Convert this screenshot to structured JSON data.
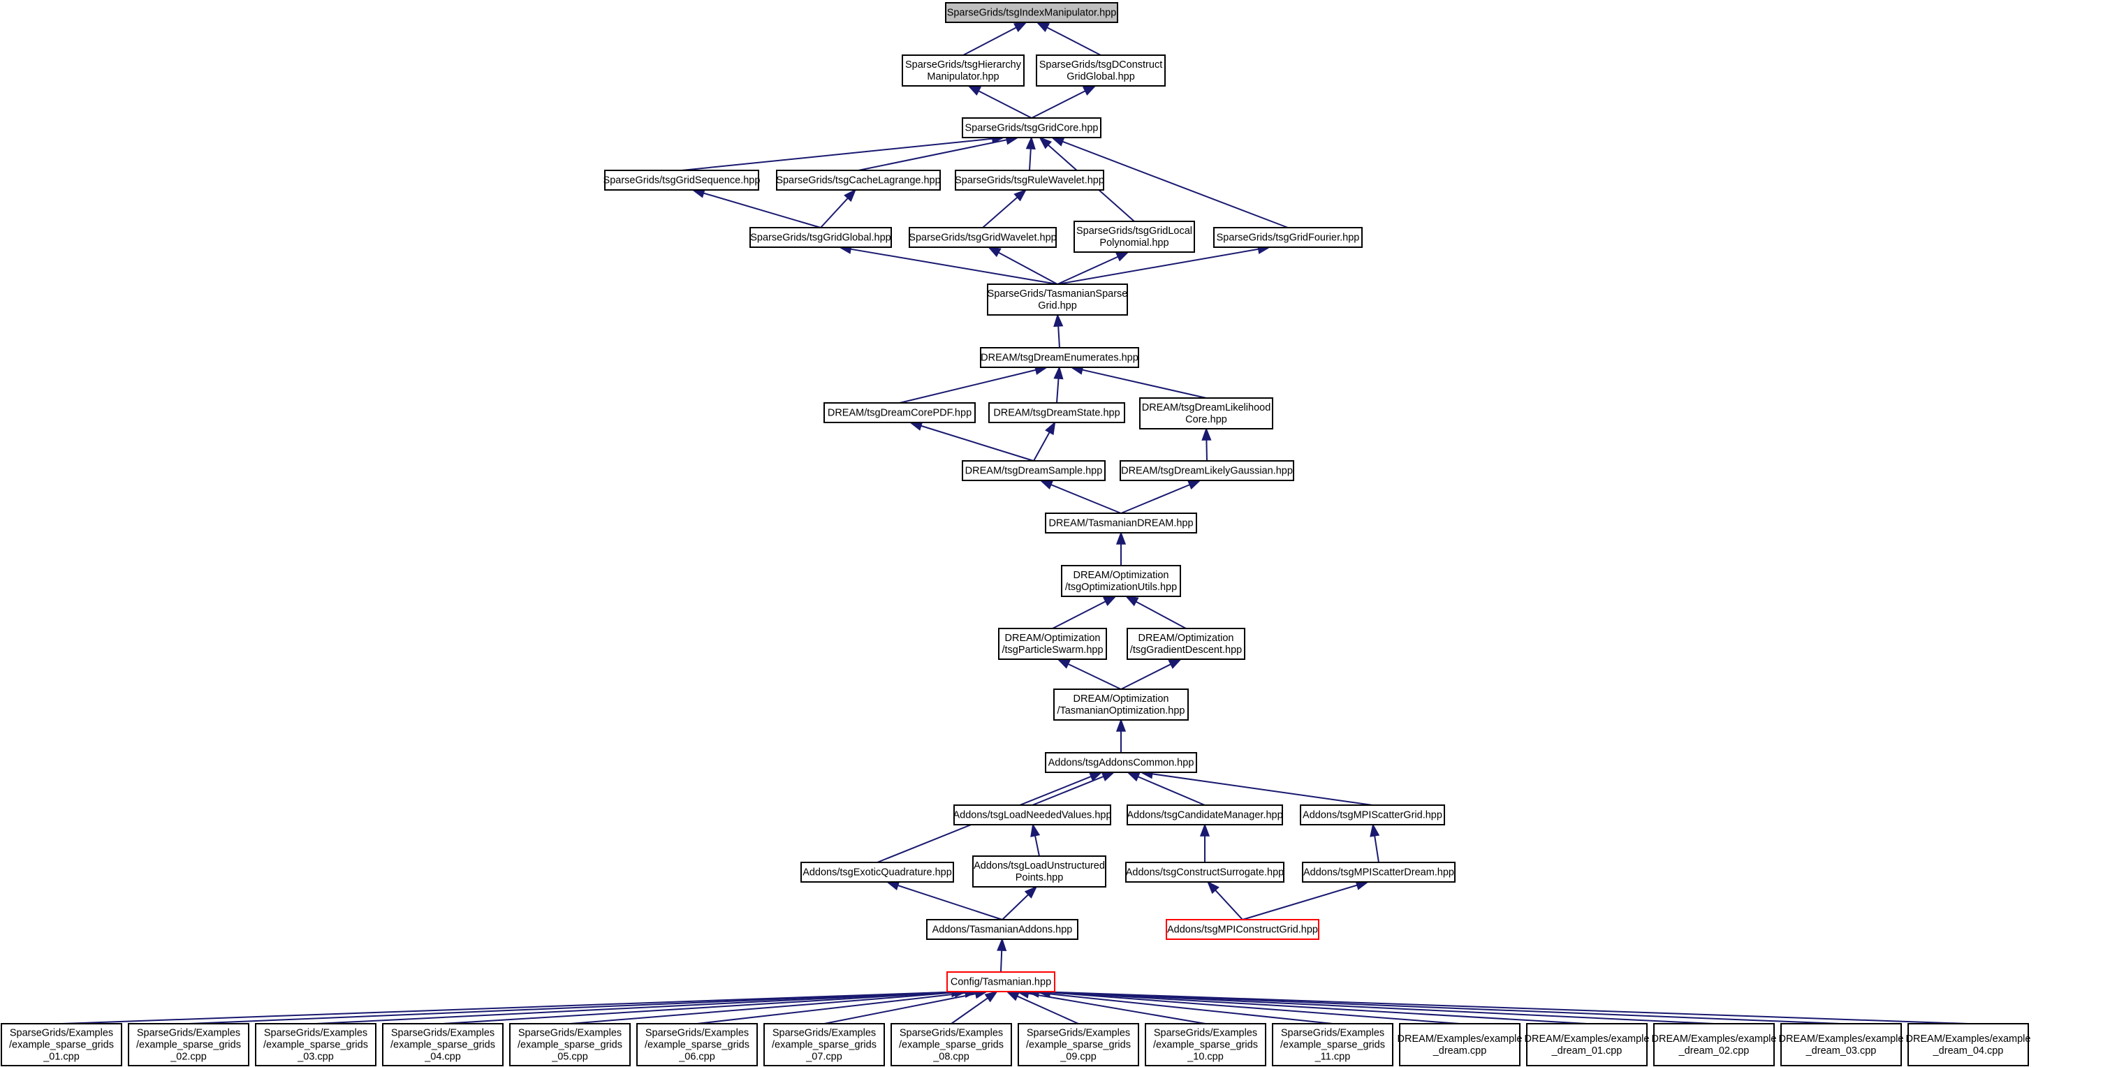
{
  "graph": {
    "title": "",
    "colors": {
      "edge": "#191970",
      "node_border": "#000000",
      "node_border_highlight": "#ff0000",
      "root_fill": "#bfbfbf",
      "node_fill": "#ffffff",
      "text": "#000000"
    },
    "nodes": [
      {
        "id": "index",
        "lines": [
          "SparseGrids/tsgIndexManipulator.hpp"
        ],
        "style": "root"
      },
      {
        "id": "hier",
        "lines": [
          "SparseGrids/tsgHierarchy",
          "Manipulator.hpp"
        ]
      },
      {
        "id": "dcons",
        "lines": [
          "SparseGrids/tsgDConstruct",
          "GridGlobal.hpp"
        ]
      },
      {
        "id": "core",
        "lines": [
          "SparseGrids/tsgGridCore.hpp"
        ]
      },
      {
        "id": "seq",
        "lines": [
          "SparseGrids/tsgGridSequence.hpp"
        ]
      },
      {
        "id": "cache",
        "lines": [
          "SparseGrids/tsgCacheLagrange.hpp"
        ]
      },
      {
        "id": "rulew",
        "lines": [
          "SparseGrids/tsgRuleWavelet.hpp"
        ]
      },
      {
        "id": "global",
        "lines": [
          "SparseGrids/tsgGridGlobal.hpp"
        ]
      },
      {
        "id": "gwave",
        "lines": [
          "SparseGrids/tsgGridWavelet.hpp"
        ]
      },
      {
        "id": "local",
        "lines": [
          "SparseGrids/tsgGridLocal",
          "Polynomial.hpp"
        ]
      },
      {
        "id": "fourier",
        "lines": [
          "SparseGrids/tsgGridFourier.hpp"
        ]
      },
      {
        "id": "tsg",
        "lines": [
          "SparseGrids/TasmanianSparse",
          "Grid.hpp"
        ]
      },
      {
        "id": "enum",
        "lines": [
          "DREAM/tsgDreamEnumerates.hpp"
        ]
      },
      {
        "id": "corepdf",
        "lines": [
          "DREAM/tsgDreamCorePDF.hpp"
        ]
      },
      {
        "id": "state",
        "lines": [
          "DREAM/tsgDreamState.hpp"
        ]
      },
      {
        "id": "likecore",
        "lines": [
          "DREAM/tsgDreamLikelihood",
          "Core.hpp"
        ]
      },
      {
        "id": "sample",
        "lines": [
          "DREAM/tsgDreamSample.hpp"
        ]
      },
      {
        "id": "likegauss",
        "lines": [
          "DREAM/tsgDreamLikelyGaussian.hpp"
        ]
      },
      {
        "id": "tdream",
        "lines": [
          "DREAM/TasmanianDREAM.hpp"
        ]
      },
      {
        "id": "optutils",
        "lines": [
          "DREAM/Optimization",
          "/tsgOptimizationUtils.hpp"
        ]
      },
      {
        "id": "swarm",
        "lines": [
          "DREAM/Optimization",
          "/tsgParticleSwarm.hpp"
        ]
      },
      {
        "id": "gradient",
        "lines": [
          "DREAM/Optimization",
          "/tsgGradientDescent.hpp"
        ]
      },
      {
        "id": "topt",
        "lines": [
          "DREAM/Optimization",
          "/TasmanianOptimization.hpp"
        ]
      },
      {
        "id": "addcommon",
        "lines": [
          "Addons/tsgAddonsCommon.hpp"
        ]
      },
      {
        "id": "loadneeded",
        "lines": [
          "Addons/tsgLoadNeededValues.hpp"
        ]
      },
      {
        "id": "candidate",
        "lines": [
          "Addons/tsgCandidateManager.hpp"
        ]
      },
      {
        "id": "mpigrid",
        "lines": [
          "Addons/tsgMPIScatterGrid.hpp"
        ]
      },
      {
        "id": "exotic",
        "lines": [
          "Addons/tsgExoticQuadrature.hpp"
        ]
      },
      {
        "id": "loadunstruct",
        "lines": [
          "Addons/tsgLoadUnstructured",
          "Points.hpp"
        ]
      },
      {
        "id": "surrogate",
        "lines": [
          "Addons/tsgConstructSurrogate.hpp"
        ]
      },
      {
        "id": "mpidream",
        "lines": [
          "Addons/tsgMPIScatterDream.hpp"
        ]
      },
      {
        "id": "taddons",
        "lines": [
          "Addons/TasmanianAddons.hpp"
        ]
      },
      {
        "id": "mpiconstruct",
        "lines": [
          "Addons/tsgMPIConstructGrid.hpp"
        ],
        "style": "highlight"
      },
      {
        "id": "tasmanian",
        "lines": [
          "Config/Tasmanian.hpp"
        ],
        "style": "highlight"
      },
      {
        "id": "ex01",
        "lines": [
          "SparseGrids/Examples",
          "/example_sparse_grids",
          "_01.cpp"
        ]
      },
      {
        "id": "ex02",
        "lines": [
          "SparseGrids/Examples",
          "/example_sparse_grids",
          "_02.cpp"
        ]
      },
      {
        "id": "ex03",
        "lines": [
          "SparseGrids/Examples",
          "/example_sparse_grids",
          "_03.cpp"
        ]
      },
      {
        "id": "ex04",
        "lines": [
          "SparseGrids/Examples",
          "/example_sparse_grids",
          "_04.cpp"
        ]
      },
      {
        "id": "ex05",
        "lines": [
          "SparseGrids/Examples",
          "/example_sparse_grids",
          "_05.cpp"
        ]
      },
      {
        "id": "ex06",
        "lines": [
          "SparseGrids/Examples",
          "/example_sparse_grids",
          "_06.cpp"
        ]
      },
      {
        "id": "ex07",
        "lines": [
          "SparseGrids/Examples",
          "/example_sparse_grids",
          "_07.cpp"
        ]
      },
      {
        "id": "ex08",
        "lines": [
          "SparseGrids/Examples",
          "/example_sparse_grids",
          "_08.cpp"
        ]
      },
      {
        "id": "ex09",
        "lines": [
          "SparseGrids/Examples",
          "/example_sparse_grids",
          "_09.cpp"
        ]
      },
      {
        "id": "ex10",
        "lines": [
          "SparseGrids/Examples",
          "/example_sparse_grids",
          "_10.cpp"
        ]
      },
      {
        "id": "ex11",
        "lines": [
          "SparseGrids/Examples",
          "/example_sparse_grids",
          "_11.cpp"
        ]
      },
      {
        "id": "dream",
        "lines": [
          "DREAM/Examples/example",
          "_dream.cpp"
        ]
      },
      {
        "id": "dream01",
        "lines": [
          "DREAM/Examples/example",
          "_dream_01.cpp"
        ]
      },
      {
        "id": "dream02",
        "lines": [
          "DREAM/Examples/example",
          "_dream_02.cpp"
        ]
      },
      {
        "id": "dream03",
        "lines": [
          "DREAM/Examples/example",
          "_dream_03.cpp"
        ]
      },
      {
        "id": "dream04",
        "lines": [
          "DREAM/Examples/example",
          "_dream_04.cpp"
        ]
      }
    ],
    "edges": [
      [
        "hier",
        "index"
      ],
      [
        "dcons",
        "index"
      ],
      [
        "core",
        "hier"
      ],
      [
        "core",
        "dcons"
      ],
      [
        "seq",
        "core"
      ],
      [
        "cache",
        "core"
      ],
      [
        "rulew",
        "core"
      ],
      [
        "local",
        "core"
      ],
      [
        "fourier",
        "core"
      ],
      [
        "global",
        "seq"
      ],
      [
        "global",
        "cache"
      ],
      [
        "gwave",
        "rulew"
      ],
      [
        "tsg",
        "global"
      ],
      [
        "tsg",
        "gwave"
      ],
      [
        "tsg",
        "local"
      ],
      [
        "tsg",
        "fourier"
      ],
      [
        "enum",
        "tsg"
      ],
      [
        "corepdf",
        "enum"
      ],
      [
        "state",
        "enum"
      ],
      [
        "likecore",
        "enum"
      ],
      [
        "sample",
        "corepdf"
      ],
      [
        "sample",
        "state"
      ],
      [
        "likegauss",
        "likecore"
      ],
      [
        "tdream",
        "sample"
      ],
      [
        "tdream",
        "likegauss"
      ],
      [
        "optutils",
        "tdream"
      ],
      [
        "swarm",
        "optutils"
      ],
      [
        "gradient",
        "optutils"
      ],
      [
        "topt",
        "swarm"
      ],
      [
        "topt",
        "gradient"
      ],
      [
        "addcommon",
        "topt"
      ],
      [
        "exotic",
        "addcommon"
      ],
      [
        "loadneeded",
        "addcommon"
      ],
      [
        "candidate",
        "addcommon"
      ],
      [
        "mpigrid",
        "addcommon"
      ],
      [
        "loadunstruct",
        "loadneeded"
      ],
      [
        "surrogate",
        "candidate"
      ],
      [
        "mpidream",
        "mpigrid"
      ],
      [
        "taddons",
        "exotic"
      ],
      [
        "taddons",
        "loadunstruct"
      ],
      [
        "mpiconstruct",
        "surrogate"
      ],
      [
        "mpiconstruct",
        "mpidream"
      ],
      [
        "tasmanian",
        "taddons"
      ],
      [
        "ex01",
        "tasmanian"
      ],
      [
        "ex02",
        "tasmanian"
      ],
      [
        "ex03",
        "tasmanian"
      ],
      [
        "ex04",
        "tasmanian"
      ],
      [
        "ex05",
        "tasmanian"
      ],
      [
        "ex06",
        "tasmanian"
      ],
      [
        "ex07",
        "tasmanian"
      ],
      [
        "ex08",
        "tasmanian"
      ],
      [
        "ex09",
        "tasmanian"
      ],
      [
        "ex10",
        "tasmanian"
      ],
      [
        "ex11",
        "tasmanian"
      ],
      [
        "dream",
        "tasmanian"
      ],
      [
        "dream01",
        "tasmanian"
      ],
      [
        "dream02",
        "tasmanian"
      ],
      [
        "dream03",
        "tasmanian"
      ],
      [
        "dream04",
        "tasmanian"
      ]
    ]
  }
}
